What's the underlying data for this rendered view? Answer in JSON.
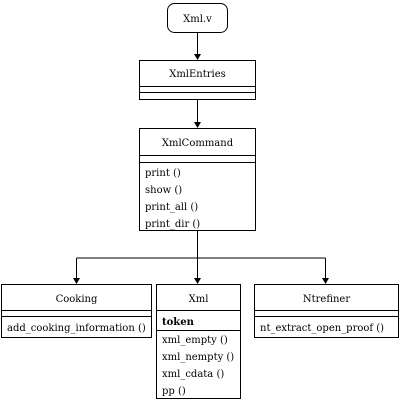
{
  "diagram": {
    "root": {
      "label": "Xml.v"
    },
    "entries": {
      "label": "XmlEntries"
    },
    "command": {
      "label": "XmlCommand",
      "methods": [
        "print ()",
        "show ()",
        "print_all ()",
        "print_dir ()"
      ]
    },
    "cooking": {
      "label": "Cooking",
      "methods": [
        "add_cooking_information ()"
      ]
    },
    "xml": {
      "label": "Xml",
      "attribute": "token",
      "methods": [
        "xml_empty ()",
        "xml_nempty ()",
        "xml_cdata ()",
        "pp ()"
      ]
    },
    "ntrefiner": {
      "label": "Ntrefiner",
      "methods": [
        "nt_extract_open_proof ()"
      ]
    }
  }
}
